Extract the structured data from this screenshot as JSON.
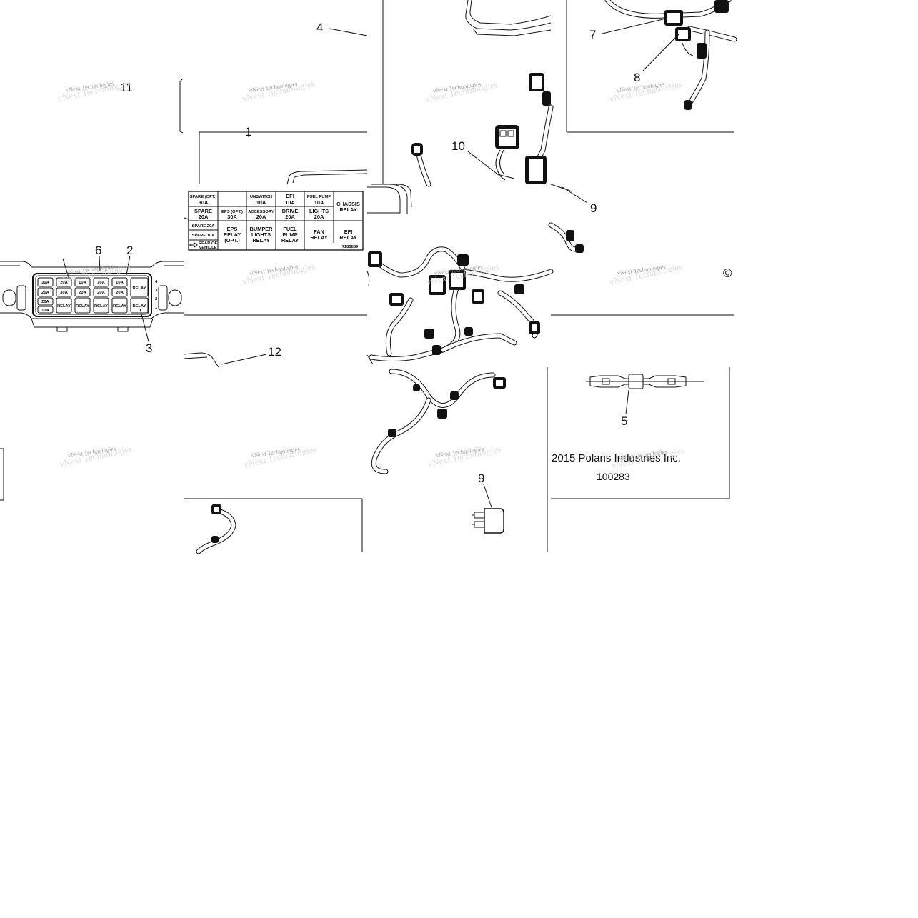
{
  "callouts": [
    {
      "id": "1",
      "label": "1"
    },
    {
      "id": "2",
      "label": "2"
    },
    {
      "id": "3",
      "label": "3"
    },
    {
      "id": "4",
      "label": "4"
    },
    {
      "id": "5",
      "label": "5"
    },
    {
      "id": "6",
      "label": "6"
    },
    {
      "id": "7",
      "label": "7"
    },
    {
      "id": "8",
      "label": "8"
    },
    {
      "id": "9a",
      "label": "9"
    },
    {
      "id": "9b",
      "label": "9"
    },
    {
      "id": "10",
      "label": "10"
    },
    {
      "id": "11",
      "label": "11"
    },
    {
      "id": "12",
      "label": "12"
    }
  ],
  "fuse_label": {
    "rows": [
      [
        "SPARE (OPT.)",
        "30A",
        "",
        "",
        "UNSWITCH",
        "10A",
        "EFI",
        "10A",
        "FUEL PUMP",
        "10A"
      ],
      [
        "SPARE",
        "20A",
        "EPS (OPT.)",
        "30A",
        "ACCESSORY",
        "20A",
        "DRIVE",
        "20A",
        "LIGHTS",
        "20A"
      ]
    ],
    "spare_20a": "SPARE 20A",
    "spare_10a": "SPARE 10A",
    "rear_line1": "REAR OF",
    "rear_line2": "VEHICLE",
    "eps_relay": [
      "EPS",
      "RELAY",
      "(OPT.)"
    ],
    "bumper": [
      "BUMPER",
      "LIGHTS",
      "RELAY"
    ],
    "fuel_pump_relay": [
      "FUEL",
      "PUMP",
      "RELAY"
    ],
    "fan_relay": [
      "FAN",
      "RELAY"
    ],
    "efi_relay": [
      "EFI",
      "RELAY"
    ],
    "chassis_relay": [
      "CHASSIS",
      "RELAY"
    ],
    "code": "7180889"
  },
  "fuse_block": {
    "fuses_row1": [
      "30A",
      "20A",
      "10A",
      "10A",
      "10A"
    ],
    "fuses_row2": [
      "20A",
      "30A",
      "20A",
      "20A",
      "20A"
    ],
    "fuses_row3": [
      "20A"
    ],
    "fuses_row4": [
      "10A"
    ],
    "relay_text": "RELAY",
    "side_digits": [
      "4",
      "3",
      "2",
      "1"
    ]
  },
  "copyright_symbol": "©",
  "copyright": "2015 Polaris Industries Inc.",
  "part_number": "100283",
  "watermark": "vNext Technologies"
}
